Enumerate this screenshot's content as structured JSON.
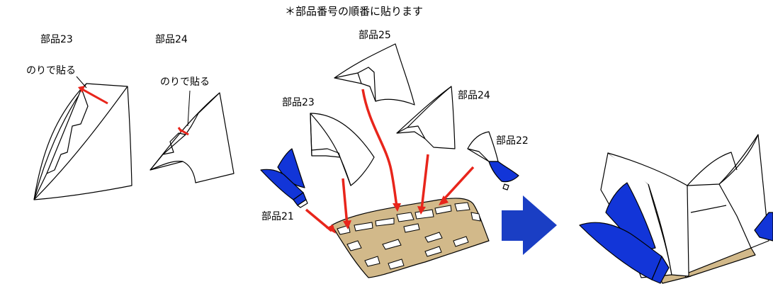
{
  "title": "＊部品番号の順番に貼ります",
  "labels": {
    "left_part23": "部品23",
    "left_part24": "部品24",
    "glue_a": "のりで貼る",
    "glue_b": "のりで貼る",
    "part25": "部品25",
    "part23": "部品23",
    "part24": "部品24",
    "part22": "部品22",
    "part21": "部品21"
  },
  "colors": {
    "arrow_red": "#e8251b",
    "shell_blue": "#1235d8",
    "base_tan": "#d2b98a",
    "big_arrow": "#1a3ec4",
    "outline": "#000000",
    "paper": "#ffffff"
  },
  "icons": {
    "big_arrow": "right-arrow-icon"
  }
}
